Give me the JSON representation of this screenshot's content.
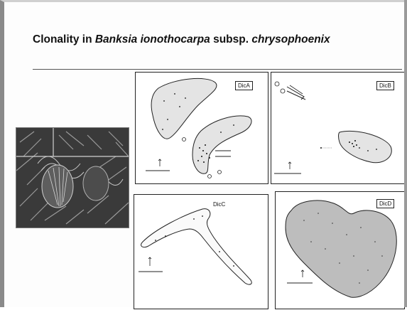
{
  "slide": {
    "title_prefix": "Clonality in ",
    "title_species": "Banksia ionothocarpa",
    "title_mid": " subsp. ",
    "title_subspecies": "chrysophoenix"
  },
  "panels": {
    "a": {
      "label": "DicA"
    },
    "b": {
      "label": "DicB"
    },
    "c": {
      "label": "DicC"
    },
    "d": {
      "label": "DicD"
    }
  },
  "colors": {
    "shade": "#e4e4e4",
    "shade_dark": "#bdbdbd",
    "ink": "#222222"
  }
}
